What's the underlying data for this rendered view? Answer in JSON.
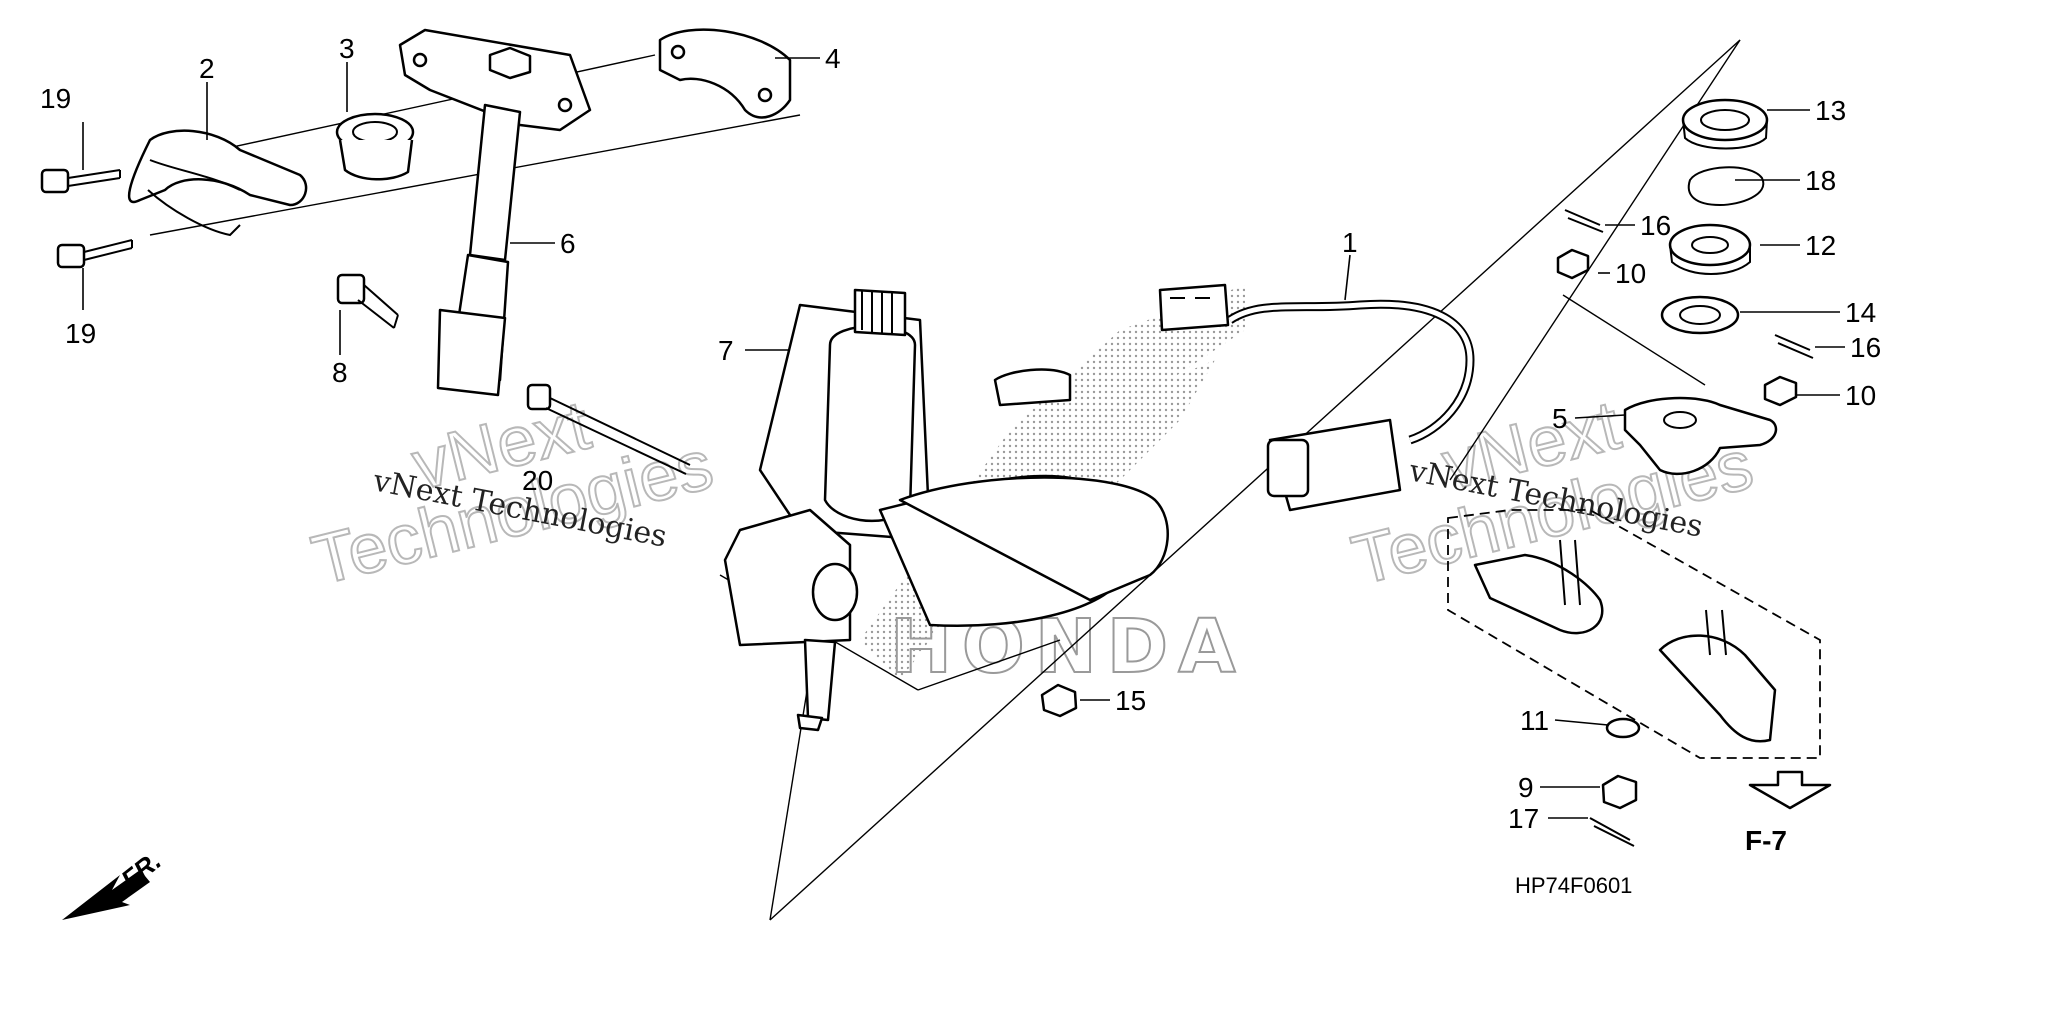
{
  "diagram": {
    "code": "HP74F0601",
    "front_label": "FR.",
    "figure_ref": "F-7",
    "brand_background": "HONDA",
    "watermarks": [
      {
        "small": "vNext Technologies",
        "big_top": "vNext",
        "big_bottom": "Technologies"
      },
      {
        "small": "vNext Technologies",
        "big_top": "vNext",
        "big_bottom": "Technologies"
      }
    ],
    "callouts": {
      "c1": "1",
      "c2": "2",
      "c3": "3",
      "c4": "4",
      "c5": "5",
      "c6": "6",
      "c7": "7",
      "c8": "8",
      "c9": "9",
      "c10a": "10",
      "c10b": "10",
      "c11": "11",
      "c12": "12",
      "c13": "13",
      "c14": "14",
      "c15": "15",
      "c16a": "16",
      "c16b": "16",
      "c17": "17",
      "c18": "18",
      "c19a": "19",
      "c19b": "19",
      "c20": "20"
    }
  }
}
